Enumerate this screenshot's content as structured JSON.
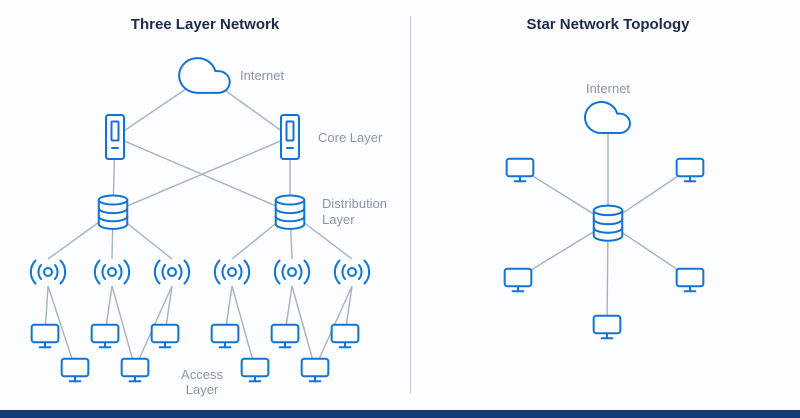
{
  "colors": {
    "icon_blue": "#1273d6",
    "line_gray": "#a7b1bf",
    "label_gray": "#8b95a5",
    "title_navy": "#1c2b4a",
    "footer": "#153a78",
    "divider": "#c5cbd6",
    "background": "#fcfdff"
  },
  "left": {
    "title": "Three Layer Network",
    "internet_label": "Internet",
    "core_label": "Core Layer",
    "distribution_label": [
      "Distribution",
      "Layer"
    ],
    "access_label": [
      "Access",
      "Layer"
    ]
  },
  "right": {
    "title": "Star Network Topology",
    "internet_label": "Internet"
  }
}
